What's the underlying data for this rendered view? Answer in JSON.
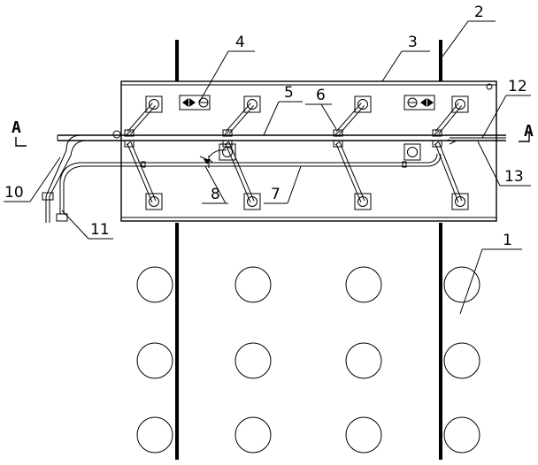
{
  "labels": {
    "n1": "1",
    "n2": "2",
    "n3": "3",
    "n4": "4",
    "n5": "5",
    "n6": "6",
    "n7": "7",
    "n8": "8",
    "n10": "10",
    "n11": "11",
    "n12": "12",
    "n13": "13"
  },
  "section": {
    "left": "A",
    "right": "A"
  }
}
